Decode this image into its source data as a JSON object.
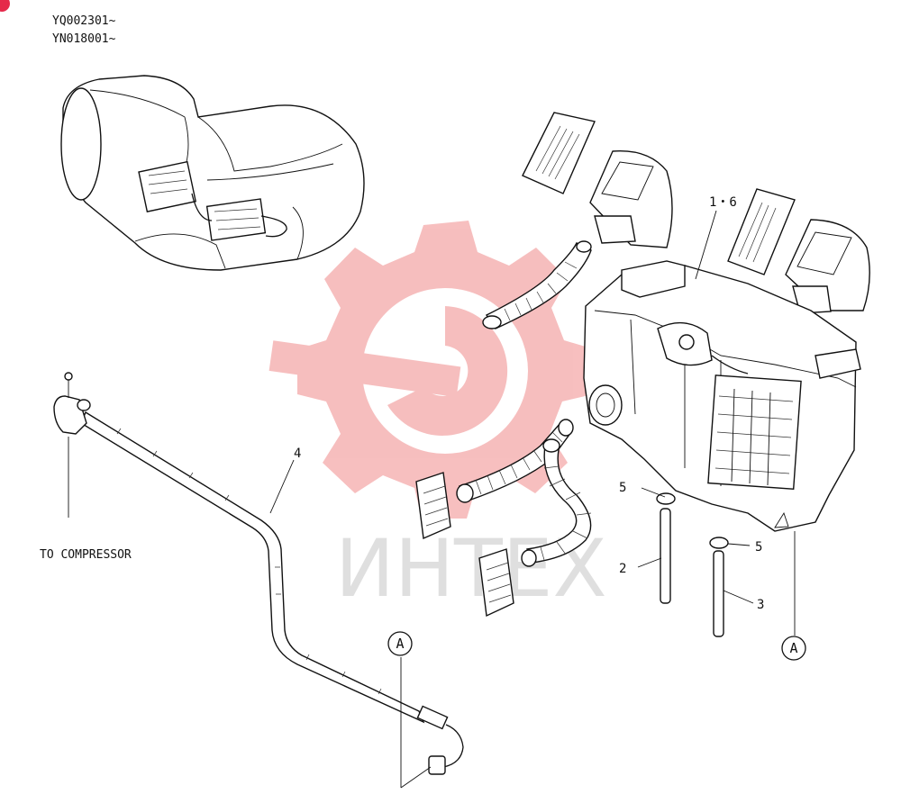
{
  "serials": [
    "YQ002301~",
    "YN018001~"
  ],
  "destination_label": "TO COMPRESSOR",
  "callouts": {
    "assembly": "1・6",
    "clamp_left": "5",
    "clamp_right": "5",
    "hose_left": "2",
    "hose_right": "3",
    "pipe": "4"
  },
  "reference_marks": [
    "A",
    "A"
  ],
  "watermark": "ИНТЕХ",
  "colors": {
    "watermark_gear": "#f08a8a",
    "corner_dot": "#e5294a"
  }
}
